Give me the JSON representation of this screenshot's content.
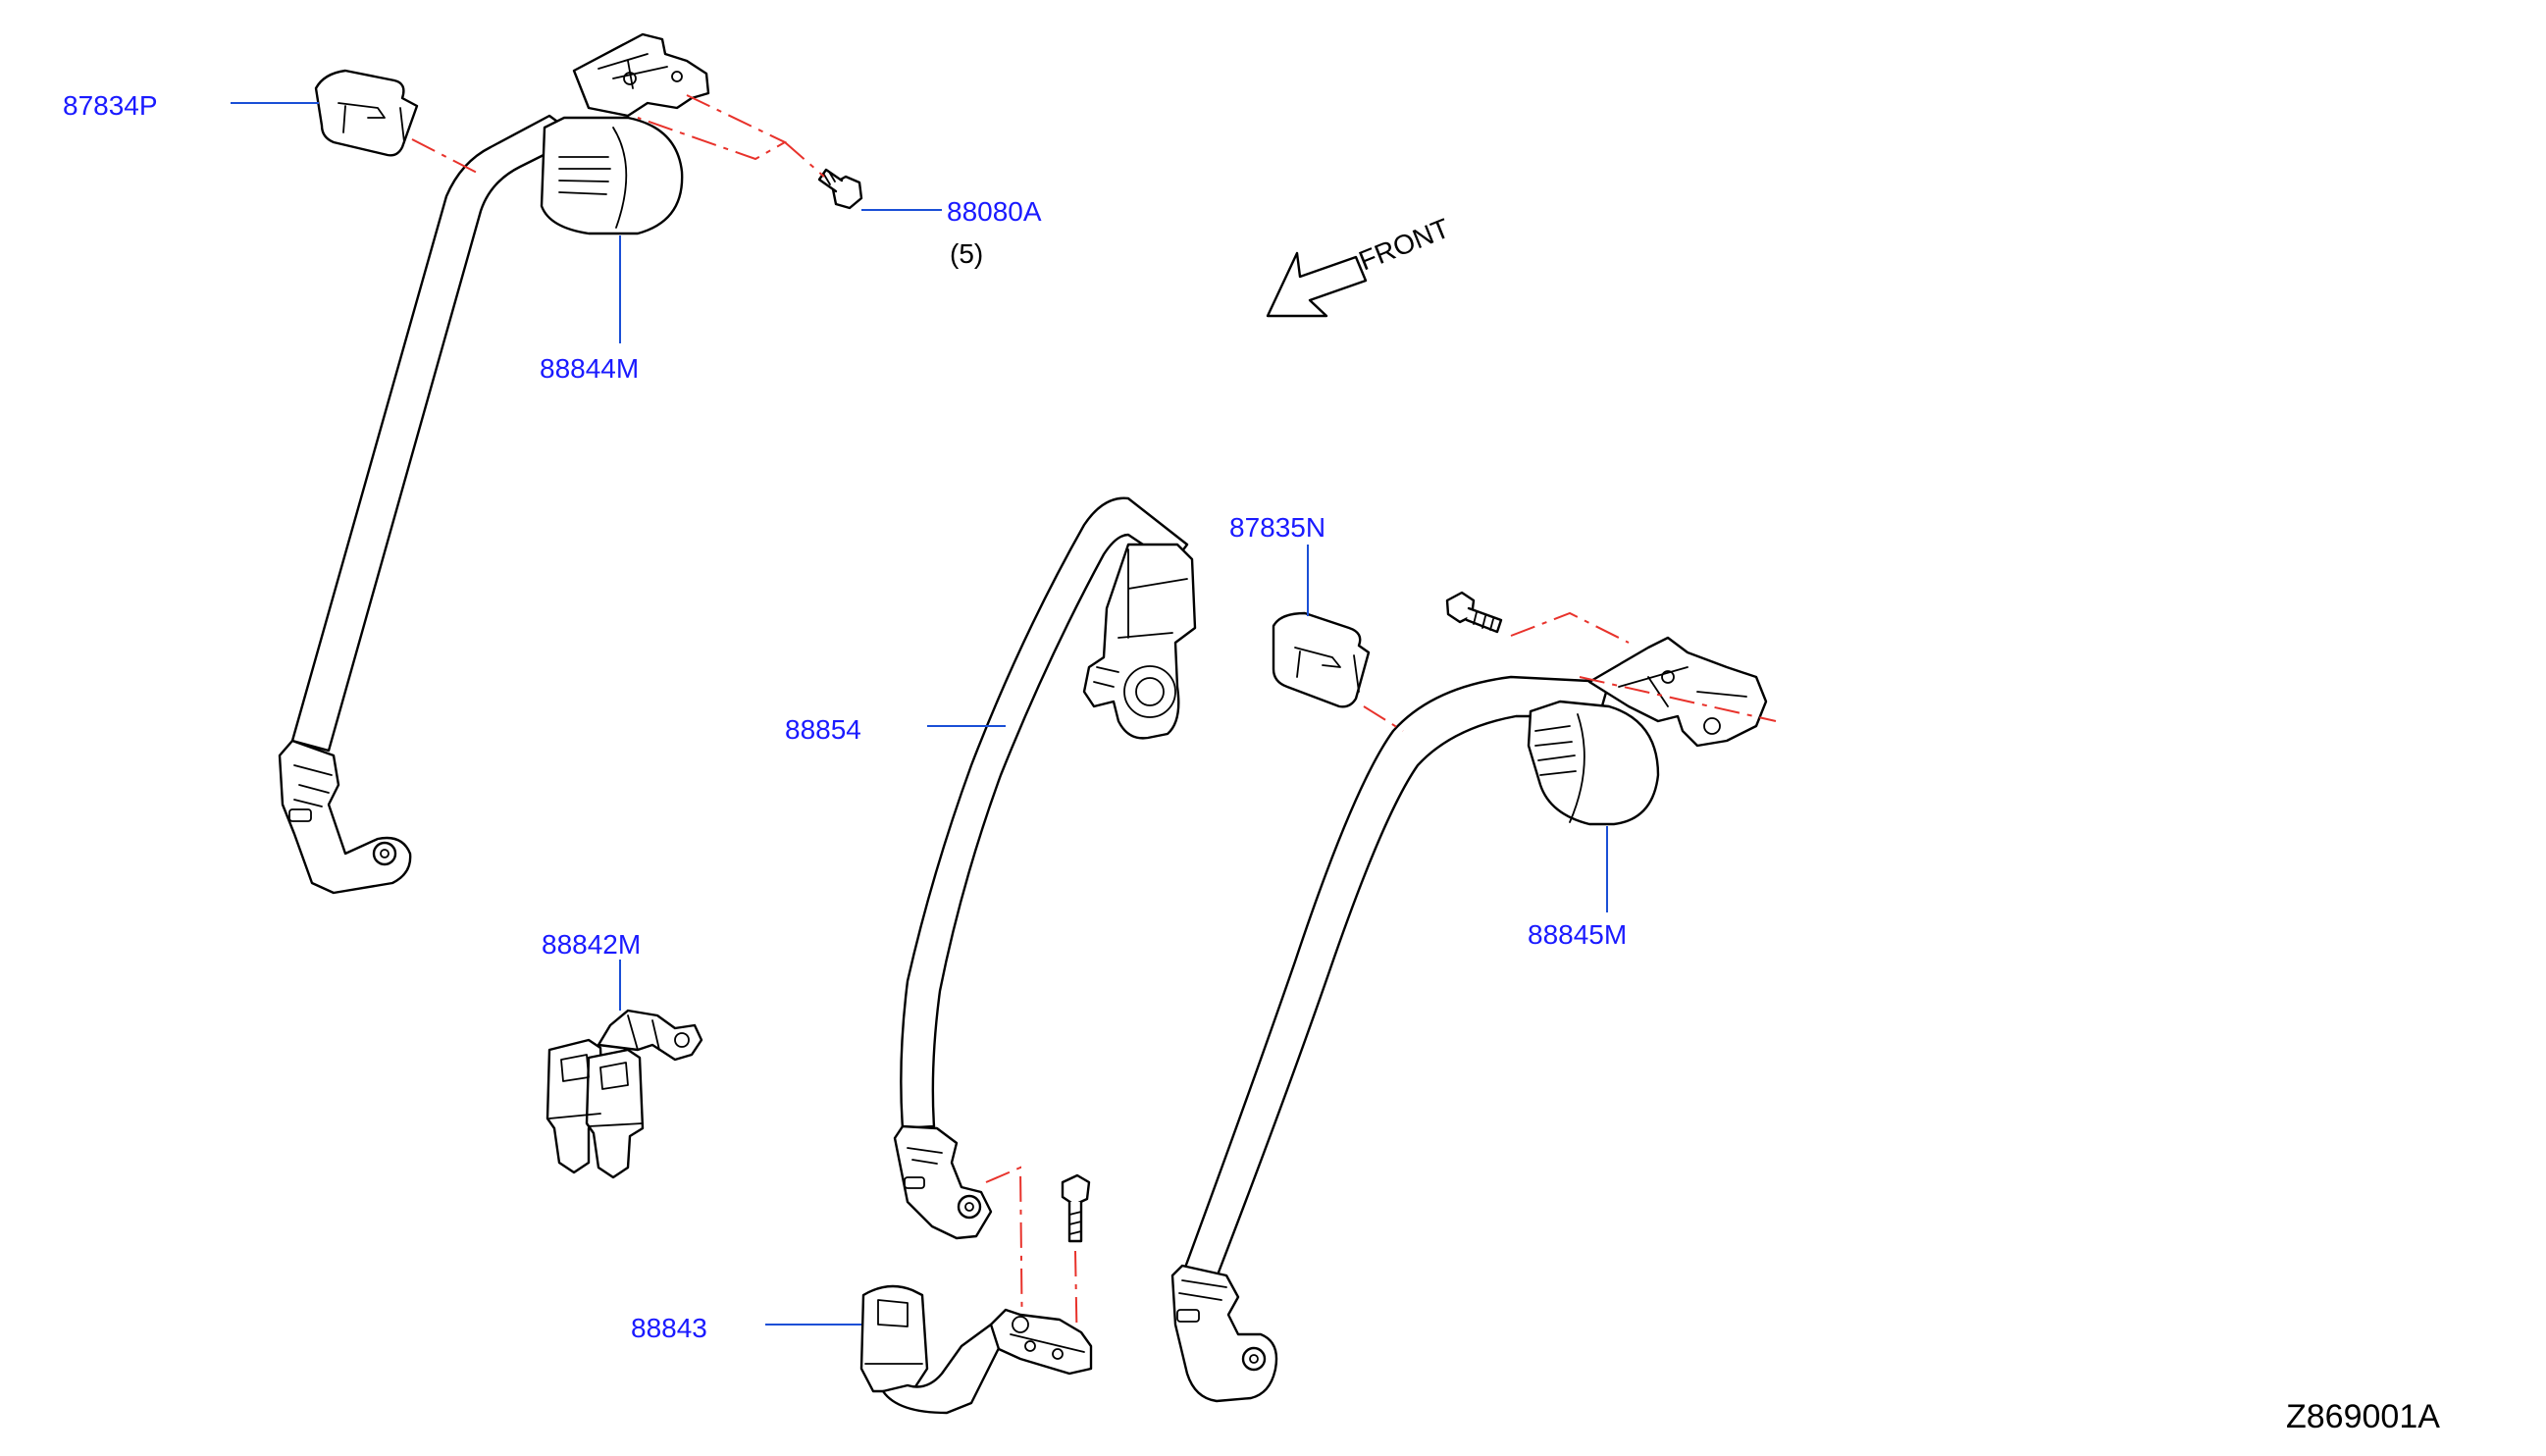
{
  "colors": {
    "part_number": "#1a1aff",
    "leader": "#1a4fd6",
    "center_line": "#e8322b",
    "outline": "#000000",
    "note": "#000000"
  },
  "parts": {
    "p87834P": {
      "number": "87834P"
    },
    "p88080A": {
      "number": "88080A",
      "quantity": "(5)"
    },
    "p88844M": {
      "number": "88844M"
    },
    "p87835N": {
      "number": "87835N"
    },
    "p88854": {
      "number": "88854"
    },
    "p88845M": {
      "number": "88845M"
    },
    "p88842M": {
      "number": "88842M"
    },
    "p88843": {
      "number": "88843"
    }
  },
  "front_arrow": {
    "label": "FRONT",
    "icon": "front-arrow-icon"
  },
  "diagram_code": "Z869001A"
}
